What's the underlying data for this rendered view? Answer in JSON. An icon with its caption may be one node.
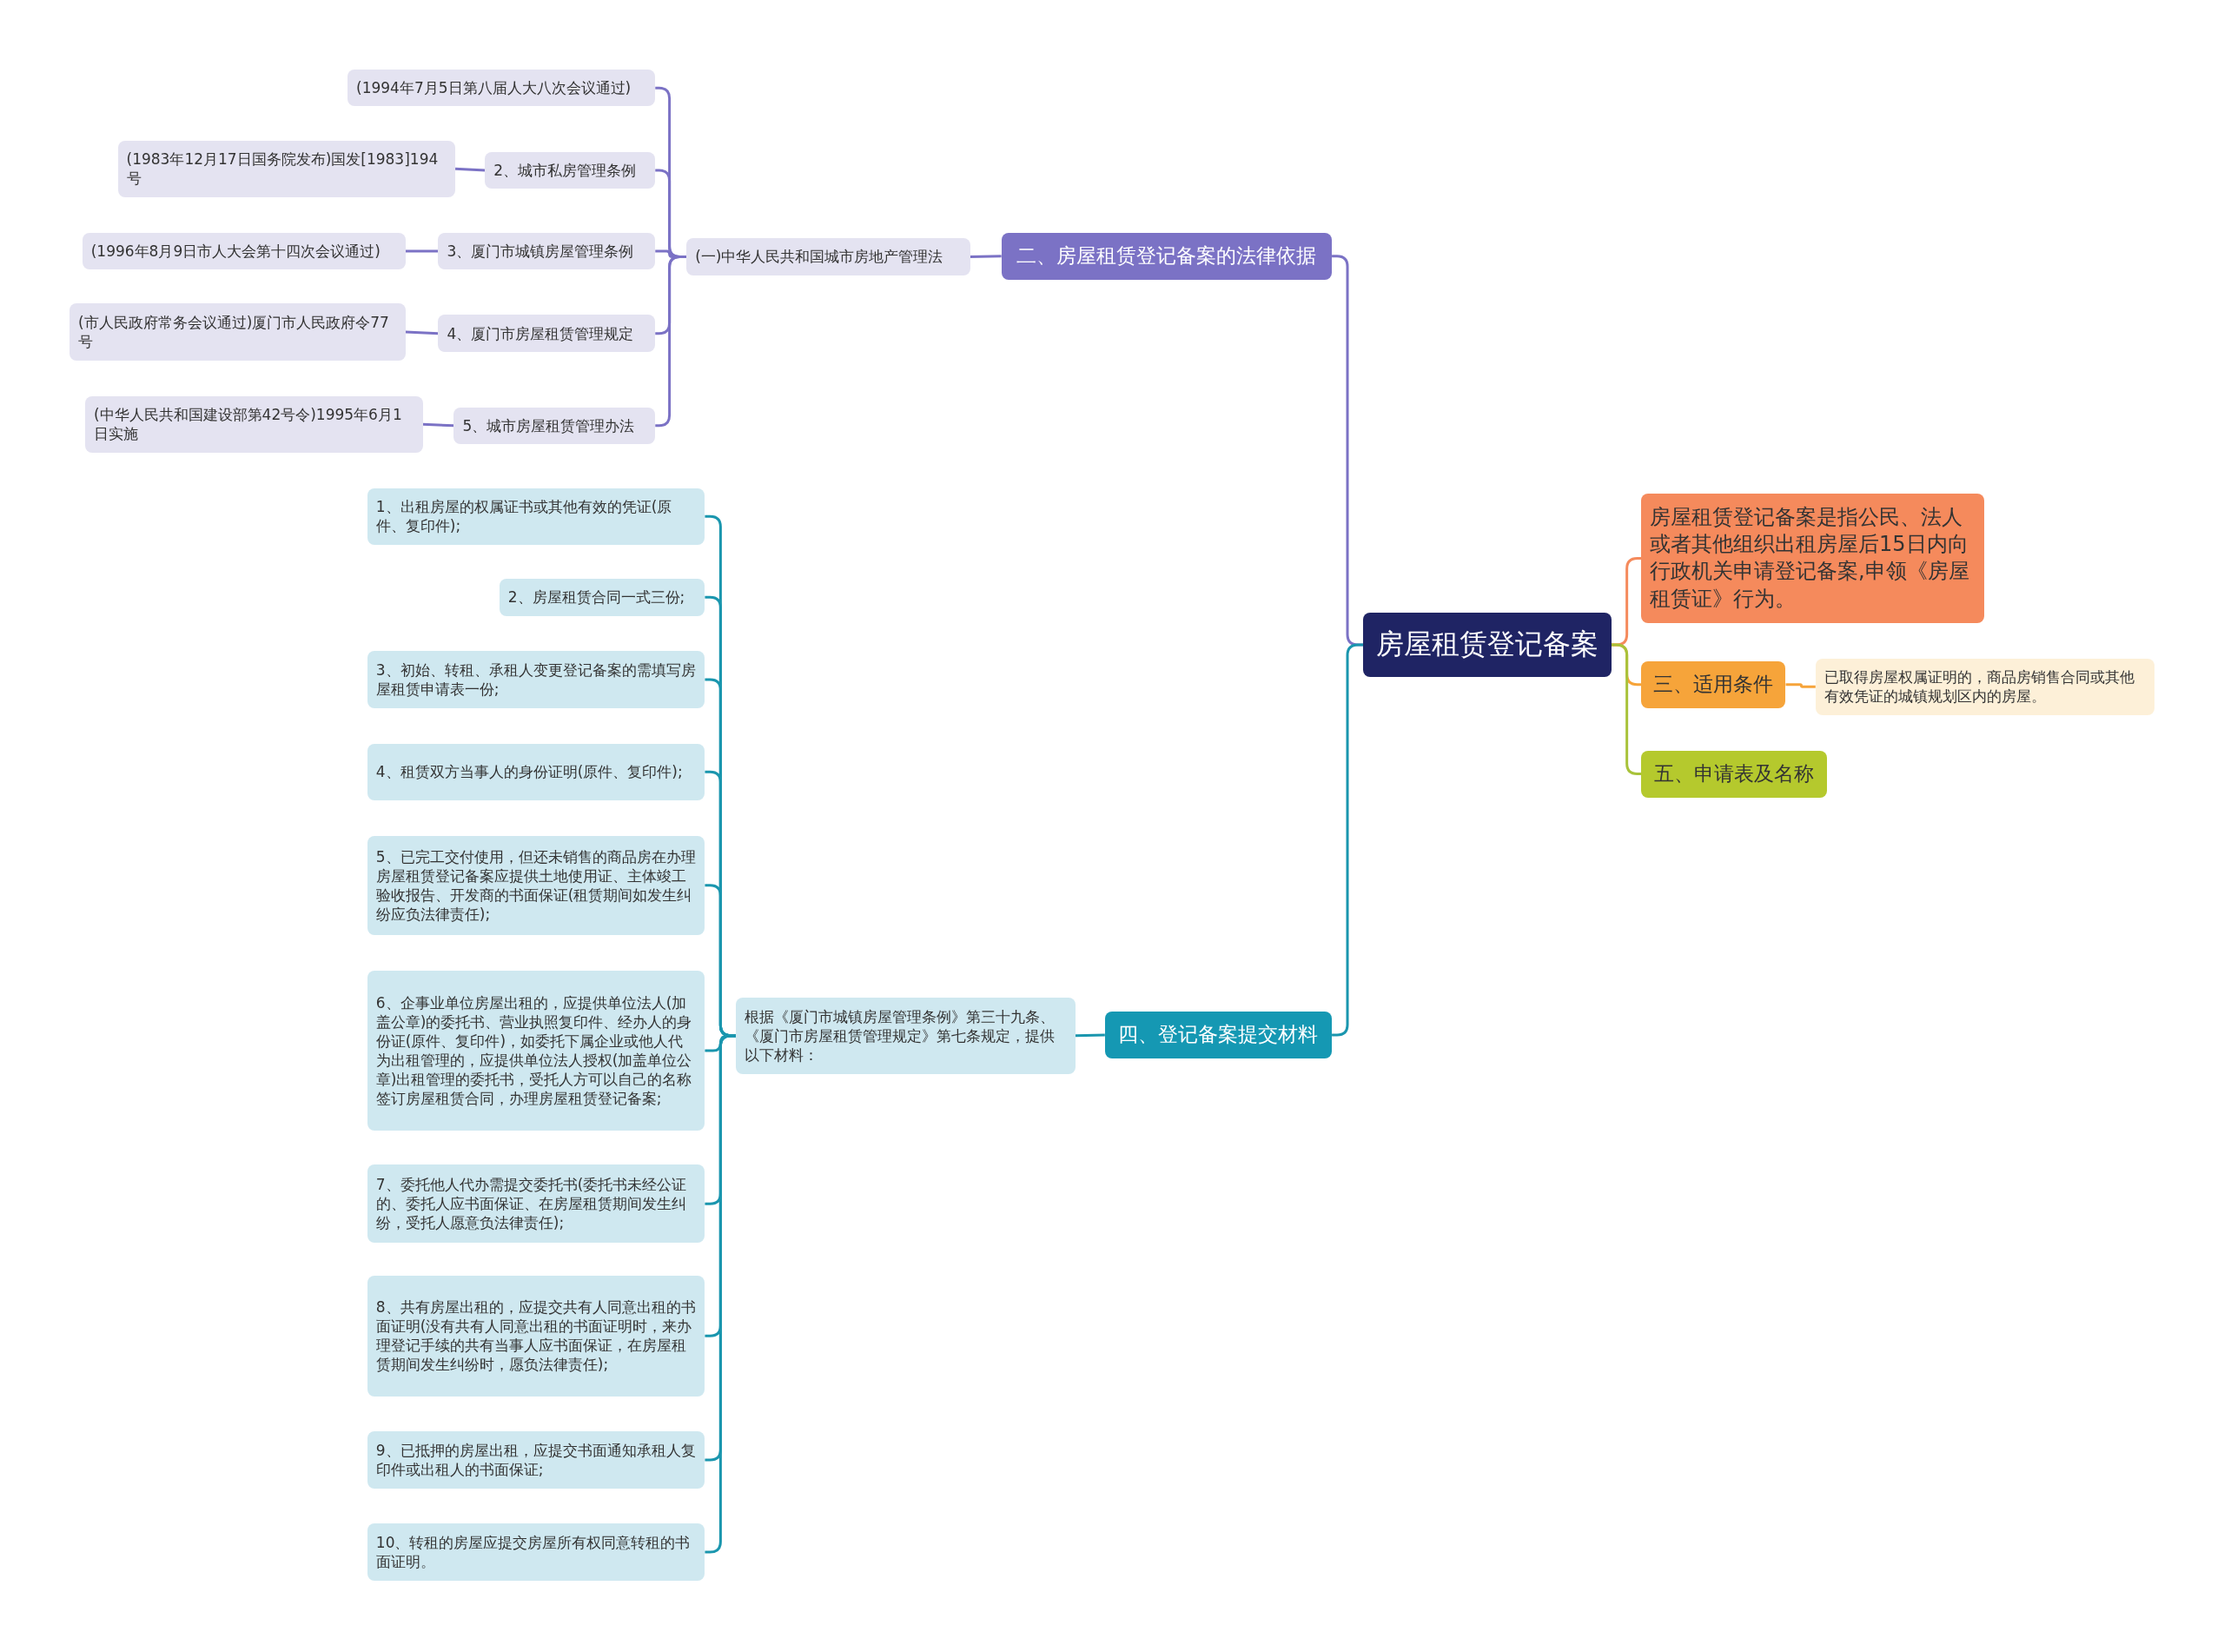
{
  "diagram": {
    "nodes": [
      {
        "text": [
          "房屋租赁登记备案"
        ]
      },
      {
        "text": [
          "二、房屋租赁登记备案的法律依据"
        ]
      },
      {
        "text": [
          "(一)中华人民共和国城市房地产管理法"
        ]
      },
      {
        "text": [
          "(1994年7月5日第八届人大八次会议通过)"
        ]
      },
      {
        "text": [
          "2、城市私房管理条例"
        ]
      },
      {
        "text": [
          "(1983年12月17日国务院发布)国发[1983]194号"
        ]
      },
      {
        "text": [
          "3、厦门市城镇房屋管理条例"
        ]
      },
      {
        "text": [
          "(1996年8月9日市人大会第十四次会议通过)"
        ]
      },
      {
        "text": [
          "4、厦门市房屋租赁管理规定"
        ]
      },
      {
        "text": [
          "(市人民政府常务会议通过)厦门市人民政府令77号"
        ]
      },
      {
        "text": [
          "5、城市房屋租赁管理办法"
        ]
      },
      {
        "text": [
          "(中华人民共和国建设部第42号令)1995年6月1日实施"
        ]
      },
      {
        "text": [
          "四、登记备案提交材料"
        ]
      },
      {
        "text": [
          "根据《厦门市城镇房屋管理条例》第三十九条、《厦门市房屋租赁管理规定》第七条规定，提供以下材料："
        ]
      },
      {
        "text": [
          "1、出租房屋的权属证书或其他有效的凭证(原件、复印件);"
        ]
      },
      {
        "text": [
          "2、房屋租赁合同一式三份;"
        ]
      },
      {
        "text": [
          "3、初始、转租、承租人变更登记备案的需填写房屋租赁申请表一份;"
        ]
      },
      {
        "text": [
          "4、租赁双方当事人的身份证明(原件、复印件);"
        ]
      },
      {
        "text": [
          "5、已完工交付使用，但还未销售的商品房在办理房屋租赁登记备案应提供土地使用证、主体竣工验收报告、开发商的书面保证(租赁期间如发生纠纷应负法律责任);"
        ]
      },
      {
        "text": [
          "6、企事业单位房屋出租的，应提供单位法人(加盖公章)的委托书、营业执照复印件、经办人的身份证(原件、复印件)，如委托下属企业或他人代为出租管理的，应提供单位法人授权(加盖单位公章)出租管理的委托书，受托人方可以自己的名称签订房屋租赁合同，办理房屋租赁登记备案;"
        ]
      },
      {
        "text": [
          "7、委托他人代办需提交委托书(委托书未经公证的、委托人应书面保证、在房屋租赁期间发生纠纷，受托人愿意负法律责任);"
        ]
      },
      {
        "text": [
          "8、共有房屋出租的，应提交共有人同意出租的书面证明(没有共有人同意出租的书面证明时，来办理登记手续的共有当事人应书面保证，在房屋租赁期间发生纠纷时，愿负法律责任);"
        ]
      },
      {
        "text": [
          "9、已抵押的房屋出租，应提交书面通知承租人复印件或出租人的书面保证;"
        ]
      },
      {
        "text": [
          "10、转租的房屋应提交房屋所有权同意转租的书面证明。"
        ]
      },
      {
        "text": [
          "房屋租赁登记备案是指公民、法人或者其他组织出租房屋后15日内向行政机关申请登记备案,申领《房屋租赁证》行为。"
        ]
      },
      {
        "text": [
          "三、适用条件"
        ]
      },
      {
        "text": [
          "已取得房屋权属证明的，商品房销售合同或其他有效凭证的城镇规划区内的房屋。"
        ]
      },
      {
        "text": [
          "五、申请表及名称"
        ]
      }
    ],
    "edges": [
      {
        "from": 0,
        "to": 1,
        "arrow": "none",
        "color": "#7b72c5"
      },
      {
        "from": 1,
        "to": 2,
        "arrow": "none",
        "color": "#7b72c5"
      },
      {
        "from": 2,
        "to": 3,
        "arrow": "none",
        "color": "#7b72c5"
      },
      {
        "from": 2,
        "to": 4,
        "arrow": "none",
        "color": "#7b72c5"
      },
      {
        "from": 2,
        "to": 6,
        "arrow": "none",
        "color": "#7b72c5"
      },
      {
        "from": 2,
        "to": 8,
        "arrow": "none",
        "color": "#7b72c5"
      },
      {
        "from": 2,
        "to": 10,
        "arrow": "none",
        "color": "#7b72c5"
      },
      {
        "from": 4,
        "to": 5,
        "arrow": "none",
        "color": "#7b72c5"
      },
      {
        "from": 6,
        "to": 7,
        "arrow": "none",
        "color": "#7b72c5"
      },
      {
        "from": 8,
        "to": 9,
        "arrow": "none",
        "color": "#7b72c5"
      },
      {
        "from": 10,
        "to": 11,
        "arrow": "none",
        "color": "#7b72c5"
      },
      {
        "from": 0,
        "to": 12,
        "arrow": "none"
      },
      {
        "from": 12,
        "to": 13,
        "arrow": "none"
      },
      {
        "from": 13,
        "to": 14,
        "arrow": "none"
      },
      {
        "from": 13,
        "to": 15,
        "arrow": "none"
      },
      {
        "from": 13,
        "to": 16,
        "arrow": "none"
      },
      {
        "from": 13,
        "to": 17,
        "arrow": "none"
      },
      {
        "from": 13,
        "to": 18,
        "arrow": "none"
      },
      {
        "from": 13,
        "to": 19,
        "arrow": "none"
      },
      {
        "from": 13,
        "to": 20,
        "arrow": "none"
      },
      {
        "from": 13,
        "to": 21,
        "arrow": "none"
      },
      {
        "from": 13,
        "to": 22,
        "arrow": "none"
      },
      {
        "from": 13,
        "to": 23,
        "arrow": "none"
      },
      {
        "from": 0,
        "to": 24,
        "arrow": "none",
        "color": "#f58a5c"
      },
      {
        "from": 0,
        "to": 25,
        "arrow": "none",
        "color": "#f6a43a"
      },
      {
        "from": 25,
        "to": 26,
        "arrow": "none",
        "color": "#f6a43a"
      },
      {
        "from": 0,
        "to": 27,
        "arrow": "none",
        "color": "#a8c23a"
      }
    ]
  }
}
